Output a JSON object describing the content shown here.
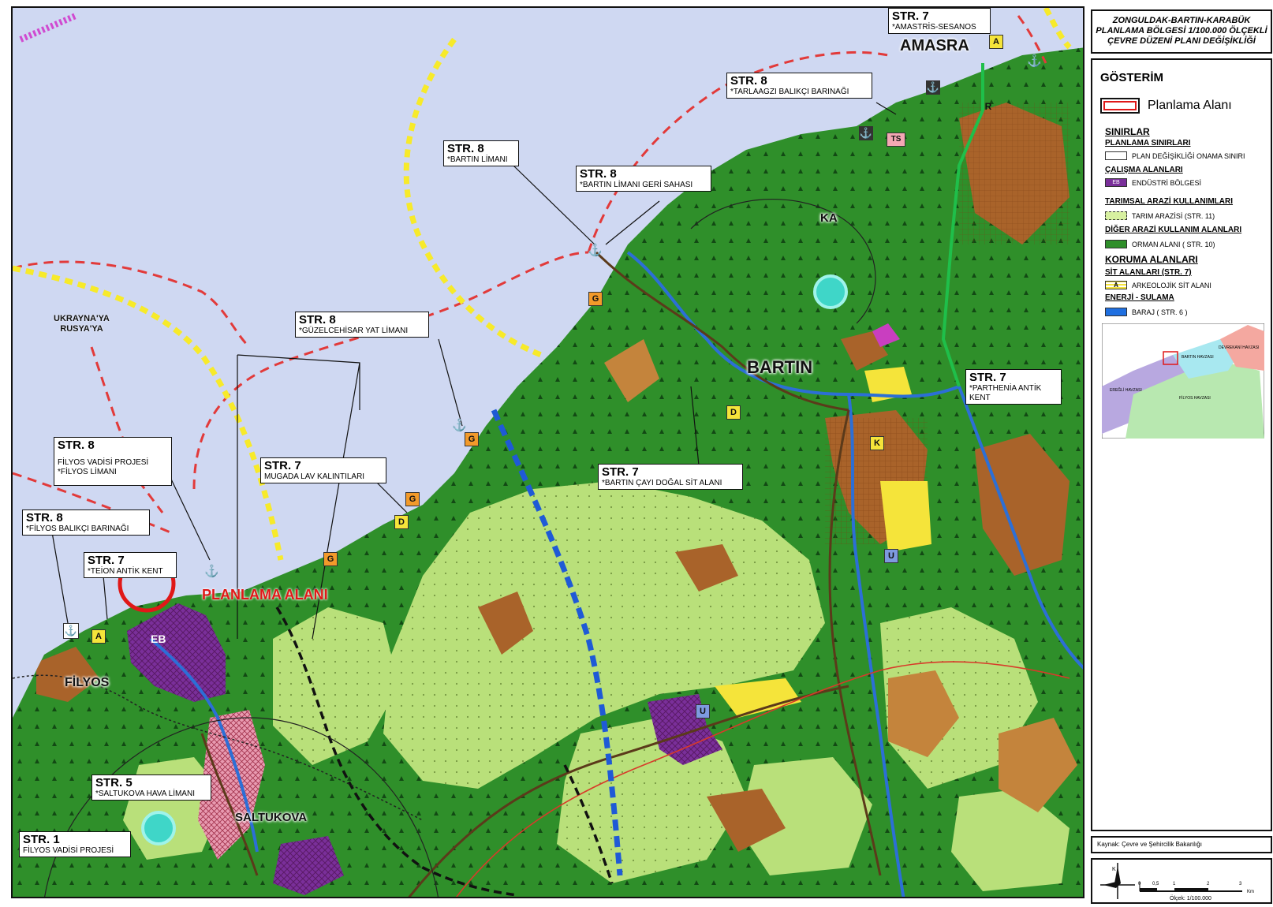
{
  "legend": {
    "title_line1": "ZONGULDAK-BARTIN-KARABÜK",
    "title_line2": "PLANLAMA BÖLGESİ 1/100.000 ÖLÇEKLİ",
    "title_line3": "ÇEVRE DÜZENİ PLANI DEĞİŞİKLİĞİ",
    "heading": "GÖSTERİM",
    "planning_area": "Planlama Alanı",
    "sections": {
      "sinirlar": "SINIRLAR",
      "planlama_sinirlari": "PLANLAMA SINIRLARI",
      "plan_degisikligi": "PLAN DEĞİŞİKLİĞİ ONAMA SINIRI",
      "calisma_alanlari": "ÇALIŞMA ALANLARI",
      "eb_code": "EB",
      "endustri": "ENDÜSTRİ BÖLGESİ",
      "tarimsal": "TARIMSAL ARAZİ KULLANIMLARI",
      "tarim_arazisi": "TARIM ARAZİSİ (STR. 11)",
      "diger": "DİĞER ARAZİ KULLANIM ALANLARI",
      "orman": "ORMAN ALANI ( STR. 10)",
      "koruma": "KORUMA ALANLARI",
      "sit": "SİT ALANLARI (STR. 7)",
      "arkeolojik": "ARKEOLOJİK SİT ALANI",
      "arkeo_code": "A",
      "enerji": "ENERJİ - SULAMA",
      "baraj": "BARAJ ( STR. 6 )"
    },
    "inset": {
      "bartin": "BARTIN HAVZASI",
      "devrekani": "DEVREKANİ HAVZASI",
      "eregli": "EREĞLİ HAVZASI",
      "filyos": "FİLYOS HAVZASI"
    },
    "source": "Kaynak: Çevre ve Şehircilik Bakanlığı",
    "north": "K",
    "scale_ticks": [
      "0",
      "0,5",
      "1",
      "2",
      "3"
    ],
    "scale_unit": "Km",
    "scale_text": "Ölçek: 1/100.000"
  },
  "map": {
    "cities": {
      "amasra": "AMASRA",
      "bartin": "BARTIN",
      "filyos": "FİLYOS",
      "saltukova": "SALTUKOVA"
    },
    "zones": {
      "ka": "KA",
      "eb": "EB"
    },
    "ukrayna": [
      "UKRAYNA'YA",
      "RUSYA'YA"
    ],
    "planning_label": "PLANLAMA ALANI",
    "callouts": [
      {
        "code": "STR. 7",
        "text": "*AMASTRİS-SESANOS"
      },
      {
        "code": "STR. 8",
        "text": "*TARLAAGZI BALIKÇI BARINAĞI"
      },
      {
        "code": "STR. 8",
        "text": "*BARTIN LİMANI"
      },
      {
        "code": "STR. 8",
        "text": "*BARTIN LİMANI GERİ SAHASI"
      },
      {
        "code": "STR. 8",
        "text": "*GÜZELCEHİSAR YAT LİMANI"
      },
      {
        "code": "STR. 8",
        "text": "FİLYOS VADİSİ PROJESİ",
        "text2": "*FİLYOS LİMANI"
      },
      {
        "code": "STR. 7",
        "text": "MUGADA LAV KALINTILARI"
      },
      {
        "code": "STR. 7",
        "text": "*BARTIN ÇAYI DOĞAL SİT ALANI"
      },
      {
        "code": "STR. 8",
        "text": "*FİLYOS BALIKÇI BARINAĞI"
      },
      {
        "code": "STR. 7",
        "text": "*TEİON ANTİK KENT"
      },
      {
        "code": "STR. 7",
        "text": "*PARTHENİA ANTİK KENT"
      },
      {
        "code": "STR. 5",
        "text": "*SALTUKOVA HAVA LİMANI"
      },
      {
        "code": "STR. 1",
        "text": "FİLYOS VADİSİ PROJESİ"
      }
    ],
    "markers": {
      "g": "G",
      "d": "D",
      "a": "A",
      "k": "K",
      "u": "U",
      "ts": "TS",
      "r": "R"
    }
  }
}
